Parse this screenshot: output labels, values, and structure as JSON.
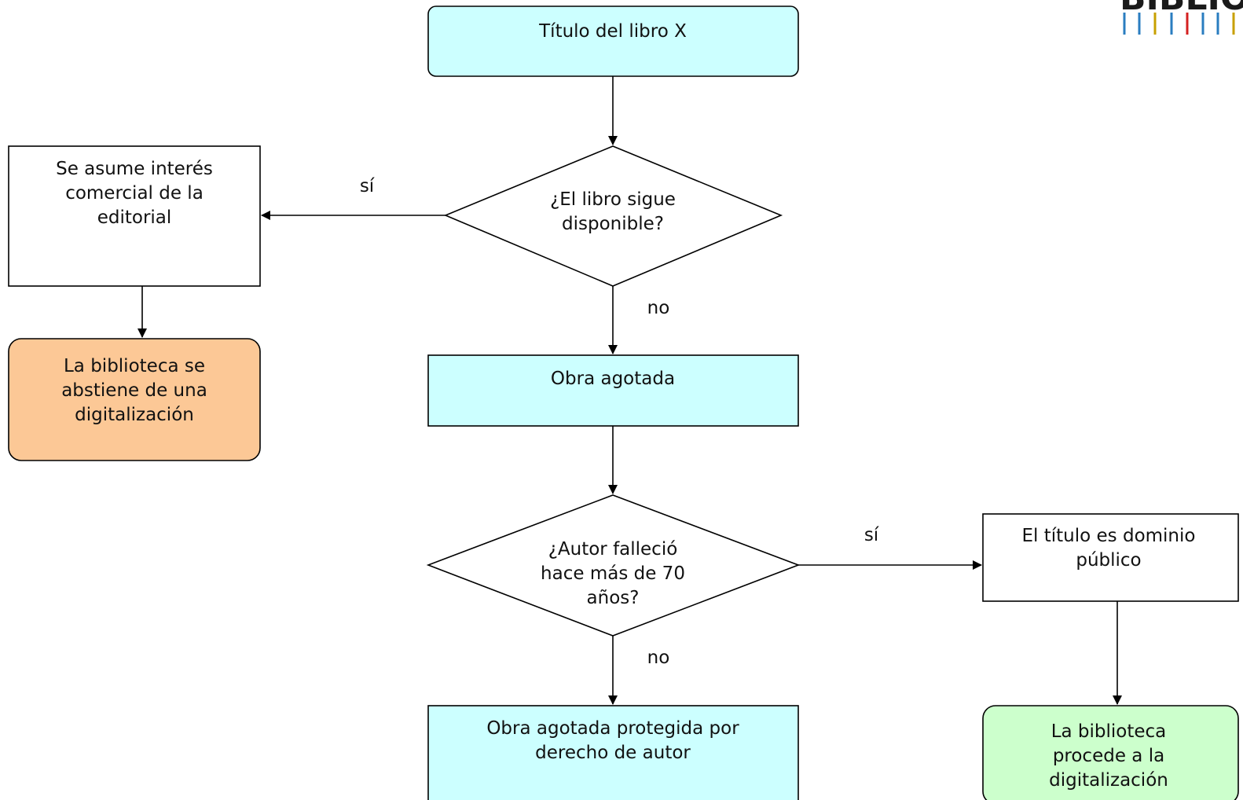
{
  "colors": {
    "process_cyan": "#ccffff",
    "outcome_orange": "#fcc896",
    "outcome_green": "#ccffcc",
    "plain": "#ffffff",
    "stroke": "#000000"
  },
  "logo": {
    "text": "BIBLIO"
  },
  "nodes": {
    "title_box": {
      "lines": [
        "Título del libro X"
      ]
    },
    "decision_available": {
      "lines": [
        "¿El libro sigue",
        "disponible?"
      ]
    },
    "commercial_interest": {
      "lines": [
        "Se asume interés",
        "comercial de la",
        "editorial"
      ]
    },
    "library_abstains": {
      "lines": [
        "La biblioteca se",
        "abstiene de una",
        "digitalización"
      ]
    },
    "out_of_print": {
      "lines": [
        "Obra agotada"
      ]
    },
    "decision_author": {
      "lines": [
        "¿Autor falleció",
        "hace más de 70",
        "años?"
      ]
    },
    "public_domain": {
      "lines": [
        "El título es dominio",
        "público"
      ]
    },
    "protected_work": {
      "lines": [
        "Obra agotada protegida por",
        "derecho de autor"
      ]
    },
    "library_digitizes": {
      "lines": [
        "La biblioteca",
        "procede a la",
        "digitalización"
      ]
    }
  },
  "edge_labels": {
    "available_yes": "sí",
    "available_no": "no",
    "author_yes": "sí",
    "author_no": "no"
  }
}
